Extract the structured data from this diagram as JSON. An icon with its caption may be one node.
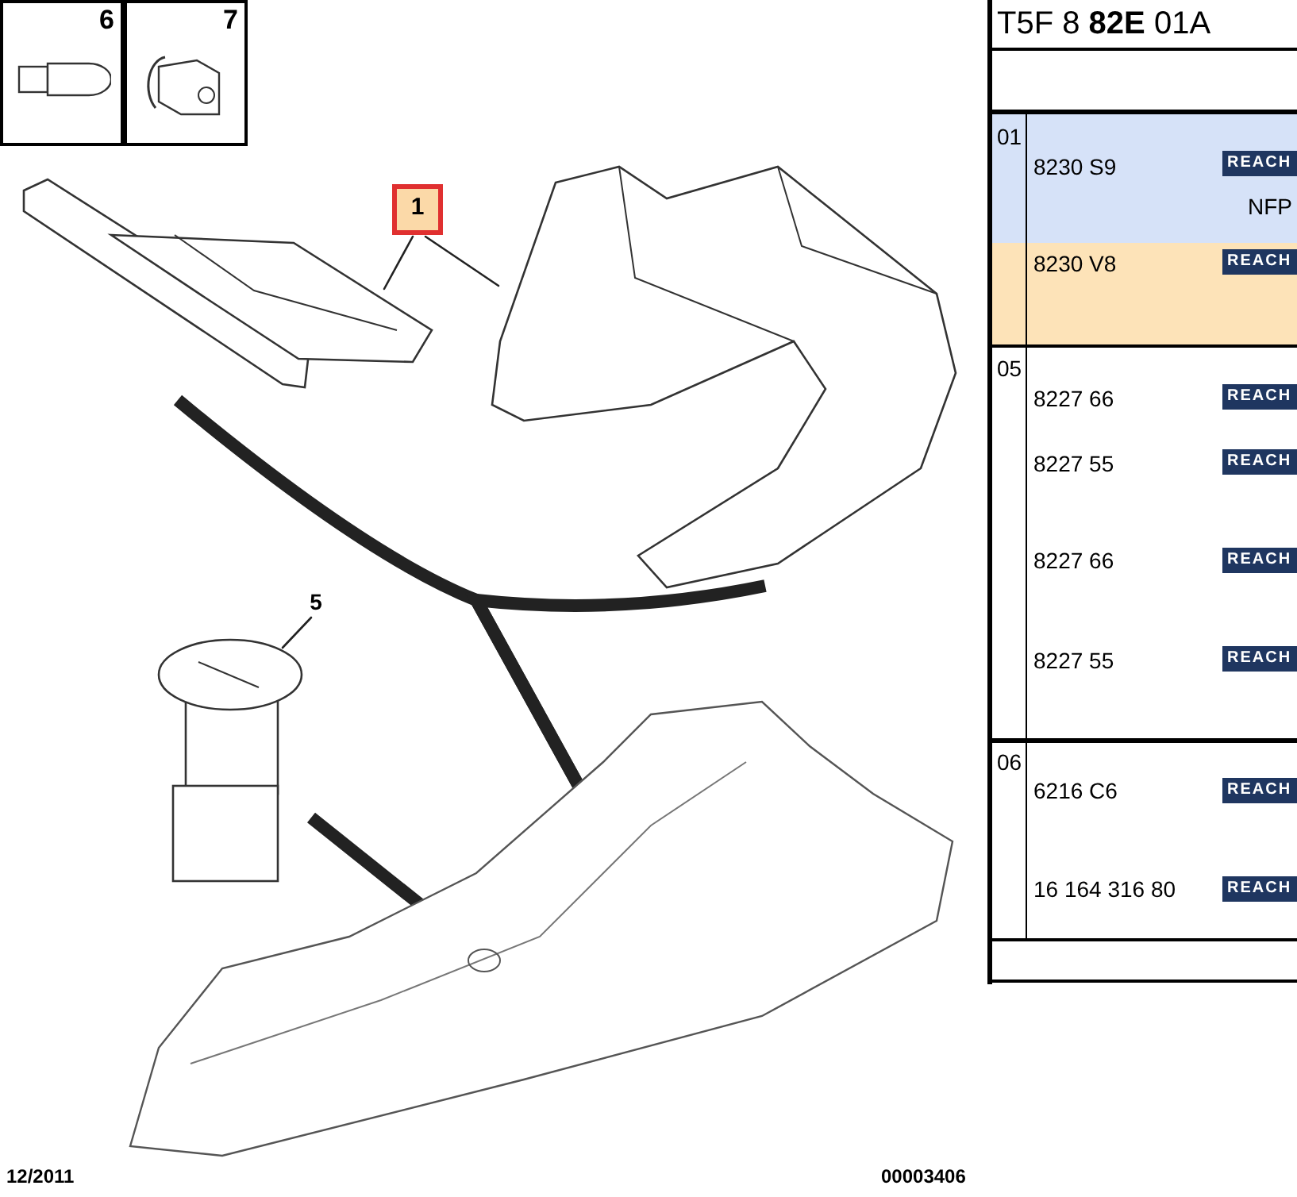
{
  "diagram": {
    "title": "T5F 8 **82E** 01A",
    "nodes": [
      {
        "text": [
          "1"
        ]
      },
      {
        "text": [],
        "shape": "picture"
      },
      {
        "text": [],
        "shape": "picture"
      },
      {
        "text": [
          "5"
        ]
      },
      {
        "text": [],
        "shape": "picture"
      },
      {
        "text": [],
        "shape": "picture"
      },
      {
        "text": [
          "6"
        ]
      },
      {
        "text": [
          "7"
        ]
      }
    ],
    "edges": [
      {
        "from": 0,
        "to": 1,
        "arrow": "none"
      },
      {
        "from": 0,
        "to": 2,
        "arrow": "none"
      },
      {
        "from": 3,
        "to": 4,
        "arrow": "none"
      },
      {
        "from": 1,
        "to": 5,
        "arrow": "none",
        "style": "thick"
      },
      {
        "from": 2,
        "to": 5,
        "arrow": "none",
        "style": "thick"
      },
      {
        "from": 4,
        "to": 5,
        "arrow": "none",
        "style": "thick"
      }
    ],
    "labels": [
      "01",
      "8230 S9",
      "REACH",
      "NFP",
      "8230 V8",
      "REACH",
      "05",
      "8227 66",
      "REACH",
      "8227 55",
      "REACH",
      "8227 66",
      "REACH",
      "8227 55",
      "REACH",
      "06",
      "6216 C6",
      "REACH",
      "16 164 316 80",
      "REACH",
      "12/2011",
      "00003406"
    ]
  }
}
